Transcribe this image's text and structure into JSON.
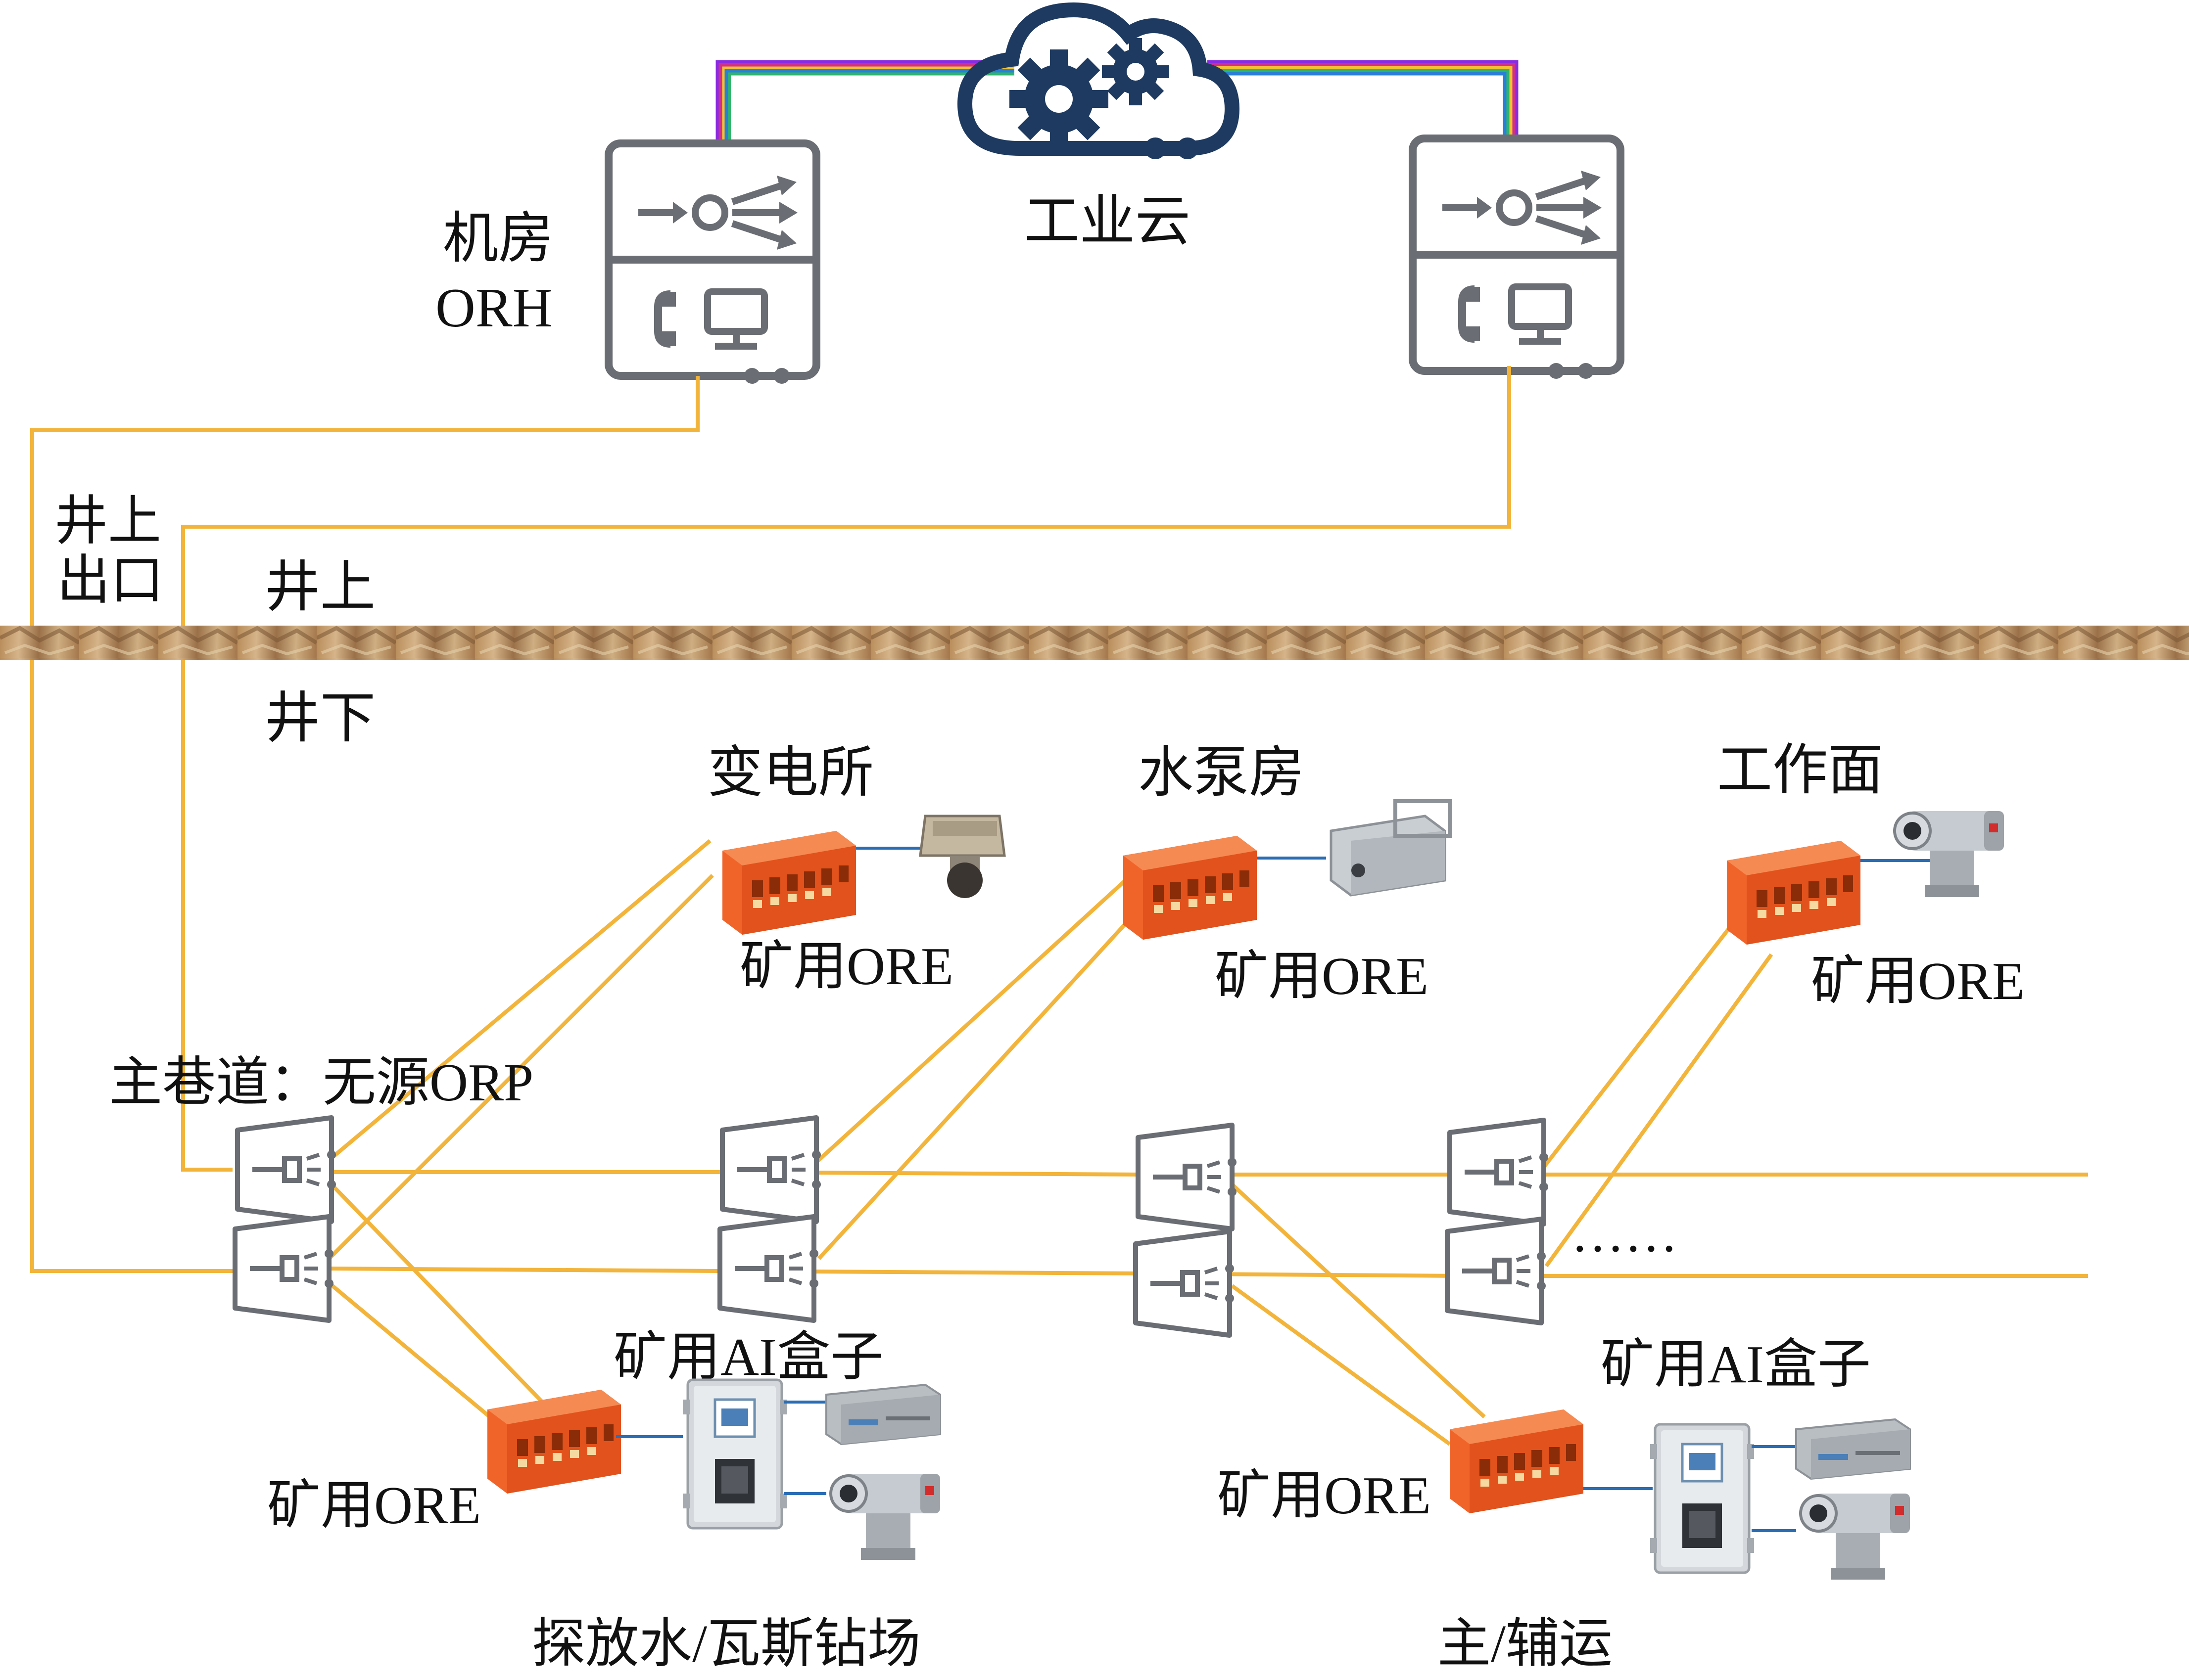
{
  "labels": {
    "cloud": "工业云",
    "machine_room_line1": "机房",
    "machine_room_line2": "ORH",
    "well_exit_line1": "井上",
    "well_exit_line2": "出口",
    "above_ground": "井上",
    "underground": "井下",
    "substation": "变电所",
    "pump_room": "水泵房",
    "work_face": "工作面",
    "ore_substation": "矿用ORE",
    "ore_pump": "矿用ORE",
    "ore_work_face": "矿用ORE",
    "main_roadway": "主巷道：无源ORP",
    "ellipsis": "……",
    "ai_box_left": "矿用AI盒子",
    "ai_box_right": "矿用AI盒子",
    "ore_drill": "矿用ORE",
    "ore_transport": "矿用ORE",
    "drill_site": "探放水/瓦斯钻场",
    "transport": "主/辅运"
  },
  "colors": {
    "fiber": "#f2b43a",
    "device_gray": "#666a70",
    "cloud_navy": "#1e3a60",
    "ore_orange": "#f0642a",
    "link_blue": "#2a6db5",
    "rock": "#b89060"
  },
  "icons": {
    "orh_left": "router-server-icon",
    "orh_right": "router-server-icon",
    "cloud": "cloud-gears-icon",
    "orp": "splitter-icon",
    "ore": "ore-box-icon",
    "ai_box": "ai-box-icon",
    "camera": "camera-icon"
  }
}
